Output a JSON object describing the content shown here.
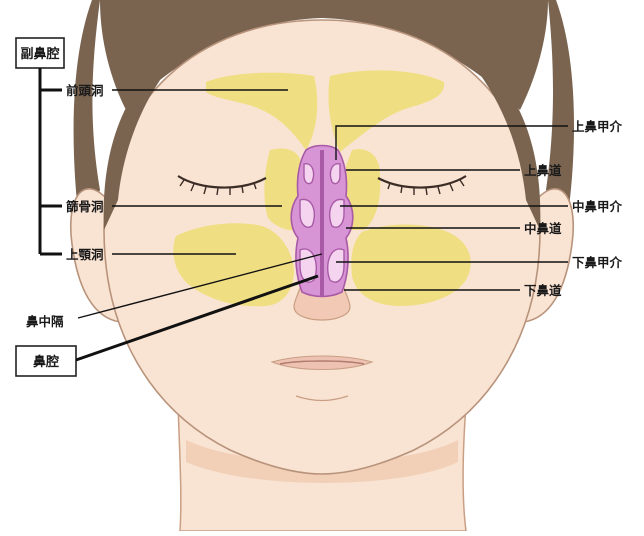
{
  "diagram": {
    "group_box": {
      "text": "副鼻腔"
    },
    "cavity_box": {
      "text": "鼻腔"
    },
    "left_labels": {
      "frontal_sinus": "前頭洞",
      "ethmoid_sinus": "篩骨洞",
      "maxillary_sinus": "上顎洞",
      "nasal_septum": "鼻中隔"
    },
    "right_labels": {
      "superior_turbinate": "上鼻甲介",
      "superior_meatus": "上鼻道",
      "middle_turbinate": "中鼻甲介",
      "middle_meatus": "中鼻道",
      "inferior_turbinate": "下鼻甲介",
      "inferior_meatus": "下鼻道"
    },
    "colors": {
      "skin": "#f9e3d3",
      "skin_shadow": "#efc7ad",
      "hair": "#7a6450",
      "sinus": "#f0df82",
      "nasal_cavity": "#d895d6",
      "nasal_outline": "#a95aa6",
      "lips": "#e8a79c"
    }
  }
}
